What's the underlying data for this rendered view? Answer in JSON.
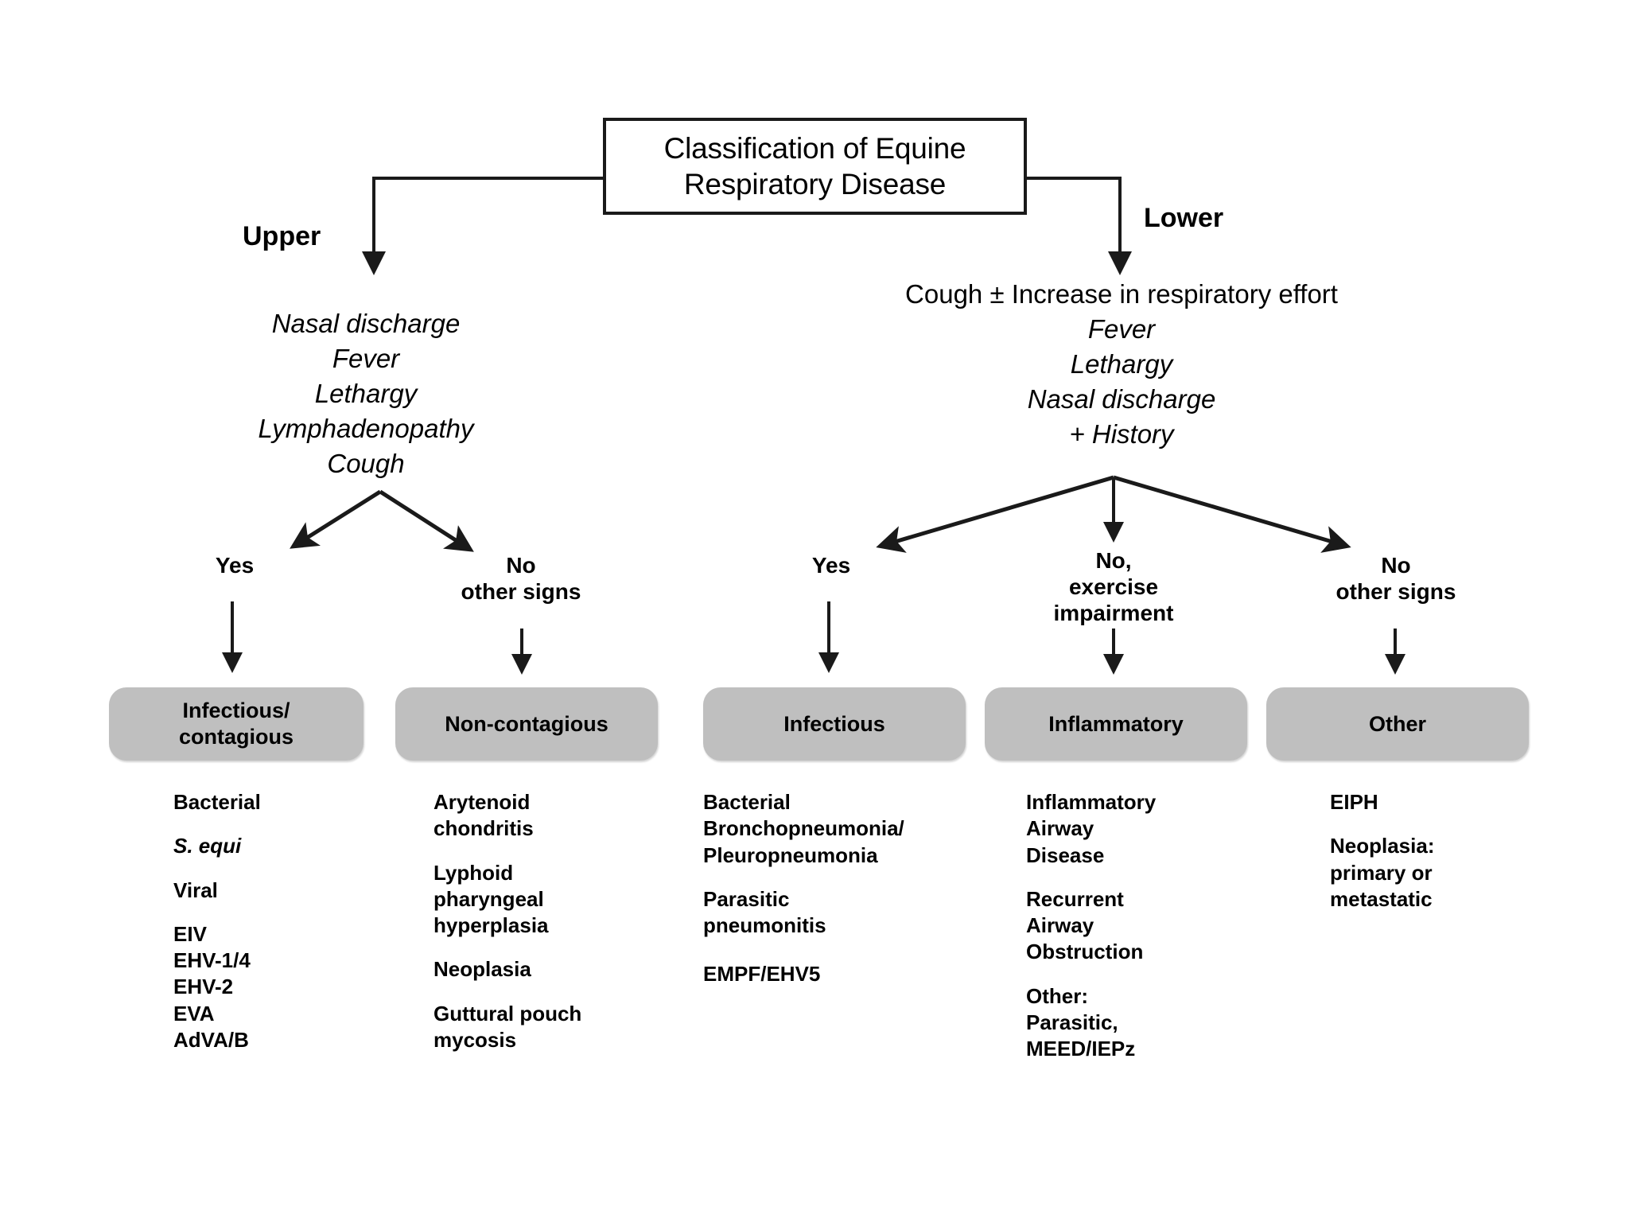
{
  "title": {
    "line1": "Classification of Equine",
    "line2": "Respiratory Disease"
  },
  "branches": {
    "upper_label": "Upper",
    "lower_label": "Lower"
  },
  "upper": {
    "symptoms": [
      "Nasal discharge",
      "Fever",
      "Lethargy",
      "Lymphadenopathy",
      "Cough"
    ],
    "fork": {
      "yes": "Yes",
      "no_line1": "No",
      "no_line2": "other signs"
    },
    "categories": [
      {
        "box_line1": "Infectious/",
        "box_line2": "contagious",
        "items": [
          {
            "text": "Bacterial",
            "style": "bold"
          },
          {
            "text": "S. equi",
            "style": "bold-italic"
          },
          {
            "text": "Viral",
            "style": "bold"
          },
          {
            "text": "EIV",
            "style": "bold"
          },
          {
            "text": "EHV-1/4",
            "style": "bold"
          },
          {
            "text": "EHV-2",
            "style": "bold"
          },
          {
            "text": "EVA",
            "style": "bold"
          },
          {
            "text": "AdVA/B",
            "style": "bold"
          }
        ]
      },
      {
        "box_line1": "Non-contagious",
        "box_line2": "",
        "items": [
          {
            "text": "Arytenoid",
            "style": "bold"
          },
          {
            "text": "chondritis",
            "style": "bold"
          },
          {
            "text": "Lyphoid",
            "style": "bold"
          },
          {
            "text": "pharyngeal",
            "style": "bold"
          },
          {
            "text": "hyperplasia",
            "style": "bold"
          },
          {
            "text": "Neoplasia",
            "style": "bold"
          },
          {
            "text": "Guttural pouch",
            "style": "bold"
          },
          {
            "text": "mycosis",
            "style": "bold"
          }
        ]
      }
    ]
  },
  "lower": {
    "symptoms": [
      "Cough ± Increase in respiratory effort",
      "Fever",
      "Lethargy",
      "Nasal discharge",
      "+ History"
    ],
    "fork": {
      "yes": "Yes",
      "mid_line1": "No,",
      "mid_line2": "exercise",
      "mid_line3": "impairment",
      "right_line1": "No",
      "right_line2": "other signs"
    },
    "categories": [
      {
        "box_line1": "Infectious",
        "box_line2": "",
        "items": [
          {
            "text": "Bacterial",
            "style": "bold"
          },
          {
            "text": "Bronchopneumonia/",
            "style": "bold"
          },
          {
            "text": "Pleuropneumonia",
            "style": "bold"
          },
          {
            "text": "Parasitic",
            "style": "bold"
          },
          {
            "text": "pneumonitis",
            "style": "bold"
          },
          {
            "text": "EMPF/EHV5",
            "style": "bold"
          }
        ]
      },
      {
        "box_line1": "Inflammatory",
        "box_line2": "",
        "items": [
          {
            "text": "Inflammatory",
            "style": "bold"
          },
          {
            "text": "Airway",
            "style": "bold"
          },
          {
            "text": "Disease",
            "style": "bold"
          },
          {
            "text": "Recurrent",
            "style": "bold"
          },
          {
            "text": "Airway",
            "style": "bold"
          },
          {
            "text": "Obstruction",
            "style": "bold"
          },
          {
            "text": "Other:",
            "style": "bold"
          },
          {
            "text": "Parasitic,",
            "style": "bold"
          },
          {
            "text": "MEED/IEPz",
            "style": "bold"
          }
        ]
      },
      {
        "box_line1": "Other",
        "box_line2": "",
        "items": [
          {
            "text": "EIPH",
            "style": "bold"
          },
          {
            "text": "Neoplasia:",
            "style": "bold"
          },
          {
            "text": "primary or",
            "style": "bold"
          },
          {
            "text": "metastatic",
            "style": "bold"
          }
        ]
      }
    ]
  },
  "colors": {
    "line": "#1a1a1a",
    "category_box_fill": "#bfbfbf",
    "background": "#ffffff",
    "text": "#000000"
  }
}
